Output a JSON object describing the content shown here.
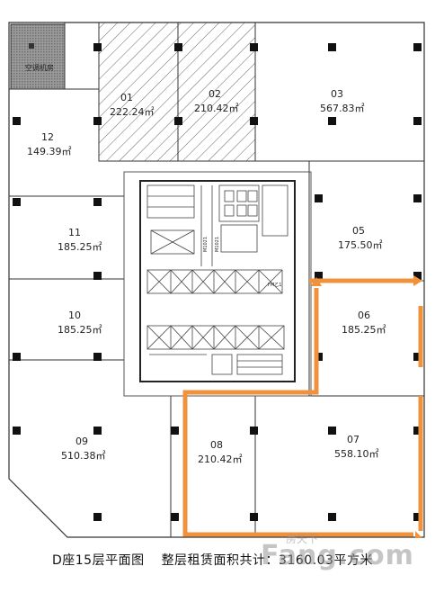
{
  "units": [
    {
      "id": "01",
      "area": "222.24㎡"
    },
    {
      "id": "02",
      "area": "210.42㎡"
    },
    {
      "id": "03",
      "area": "567.83㎡"
    },
    {
      "id": "05",
      "area": "175.50㎡"
    },
    {
      "id": "06",
      "area": "185.25㎡"
    },
    {
      "id": "07",
      "area": "558.10㎡"
    },
    {
      "id": "08",
      "area": "210.42㎡"
    },
    {
      "id": "09",
      "area": "510.38㎡"
    },
    {
      "id": "10",
      "area": "185.25㎡"
    },
    {
      "id": "11",
      "area": "185.25㎡"
    },
    {
      "id": "12",
      "area": "149.39㎡"
    }
  ],
  "room_label": "空调机房",
  "core_labels": {
    "a": "M1021",
    "b": "M1021",
    "c": "FM乙1"
  },
  "caption": {
    "title": "D座15层平面图",
    "total": "整层租赁面积共计：3160.03平方米"
  },
  "watermark": {
    "top": "房天下",
    "big": "Fang.com"
  },
  "colors": {
    "highlight": "#f0913c",
    "wall": "#333333",
    "hatch": "#555555",
    "room_fill": "#8c8c8c"
  }
}
